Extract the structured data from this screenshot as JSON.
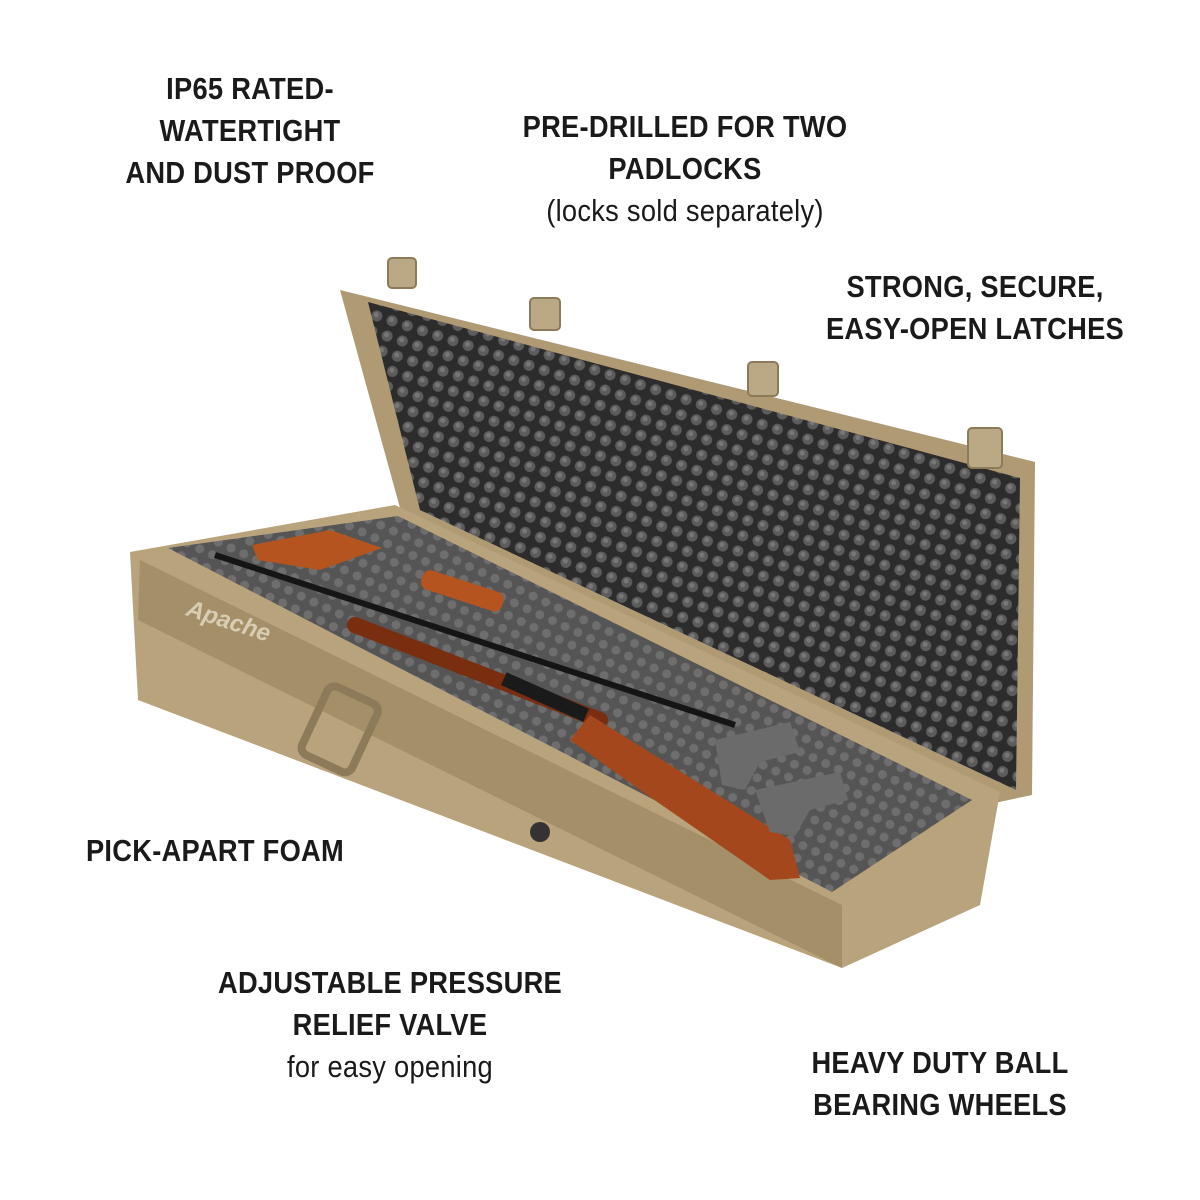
{
  "features": {
    "watertight": {
      "line1": "IP65 RATED-WATERTIGHT",
      "line2": "AND DUST PROOF"
    },
    "padlocks": {
      "line1": "PRE-DRILLED FOR TWO",
      "line2": "PADLOCKS",
      "sub": "(locks sold separately)"
    },
    "latches": {
      "line1": "STRONG, SECURE,",
      "line2": "EASY-OPEN LATCHES"
    },
    "foam": {
      "line1": "PICK-APART FOAM"
    },
    "valve": {
      "line1": "ADJUSTABLE PRESSURE",
      "line2": "RELIEF VALVE",
      "sub": "for easy opening"
    },
    "wheels": {
      "line1": "HEAVY DUTY BALL",
      "line2": "BEARING WHEELS"
    }
  },
  "product": {
    "brand_logo": "Apache"
  },
  "colors": {
    "case_tan": "#b5a07a",
    "foam": "#3a3a3a",
    "wood": "#a5471d",
    "text": "#1a1a1a"
  }
}
